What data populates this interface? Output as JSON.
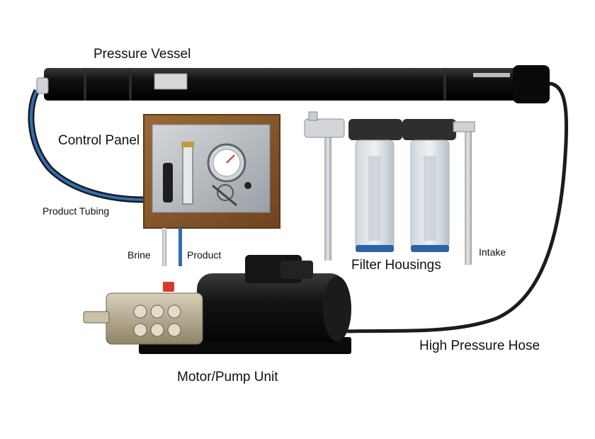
{
  "labels": {
    "pressure_vessel": "Pressure Vessel",
    "control_panel": "Control Panel",
    "product_tubing": "Product Tubing",
    "brine": "Brine",
    "product": "Product",
    "filter_housings": "Filter Housings",
    "intake": "Intake",
    "high_pressure_hose": "High Pressure Hose",
    "motor_pump_unit": "Motor/Pump Unit"
  },
  "colors": {
    "vessel": "#0e0e0e",
    "hose_black": "#1a1a1a",
    "tubing_blue": "#2f6fb5",
    "wood_panel": "#8a5a2b",
    "steel_plate": "#b9bec4",
    "filter_blue": "#2a63a8",
    "pump_brass": "#b9ad92",
    "accent_red": "#d73a2a"
  }
}
